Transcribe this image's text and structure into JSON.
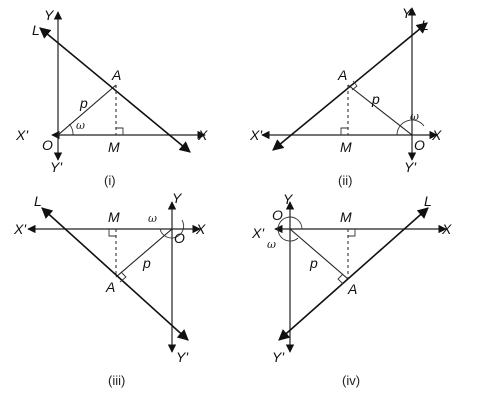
{
  "labels": {
    "X": "X",
    "X_prime": "X'",
    "Y": "Y",
    "Y_prime": "Y'",
    "O": "O",
    "L": "L",
    "A": "A",
    "M": "M",
    "p": "p",
    "omega": "ω"
  },
  "captions": [
    "(i)",
    "(ii)",
    "(iii)",
    "(iv)"
  ]
}
